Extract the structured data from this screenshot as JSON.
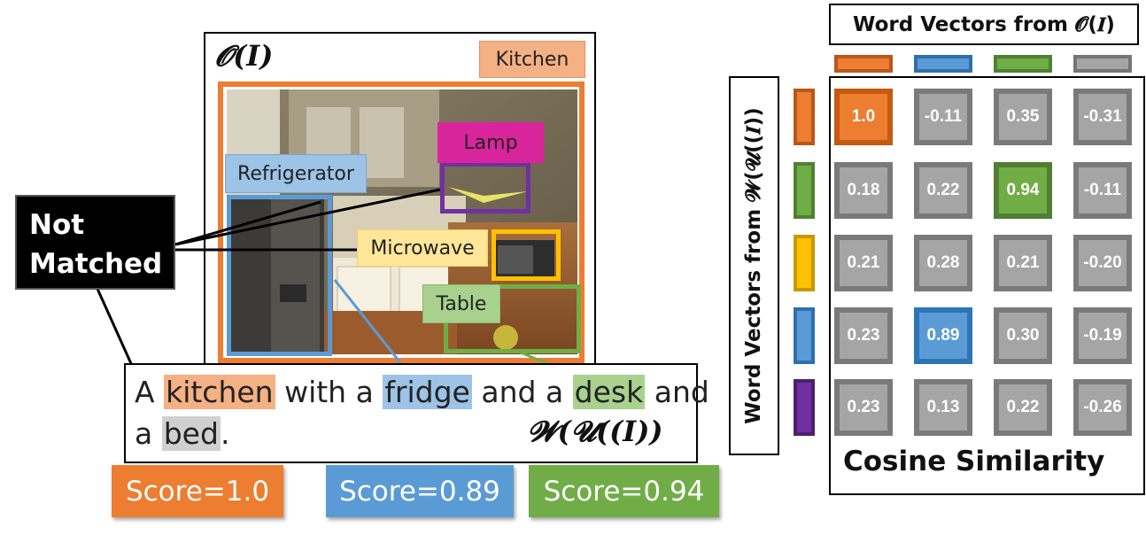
{
  "image_panel": {
    "title": "𝓞(𝑰)",
    "scene_label": "Kitchen",
    "objects": {
      "lamp": "Lamp",
      "refrigerator": "Refrigerator",
      "microwave": "Microwave",
      "table": "Table"
    }
  },
  "not_matched": {
    "line1": "Not",
    "line2": "Matched"
  },
  "caption": {
    "w1": "A",
    "w2": "kitchen",
    "w3": "with a",
    "w4": "fridge",
    "w5": "and a",
    "w6": "desk",
    "w7": "and",
    "w8": "a",
    "w9": "bed",
    "w10": ".",
    "formula": "𝓦(𝓤((𝑰))"
  },
  "scores": [
    "Score=1.0",
    "Score=0.89",
    "Score=0.94"
  ],
  "matrix": {
    "column_title": "Word Vectors from 𝓞(𝑰)",
    "row_title": "Word Vectors from 𝓦(𝓤((𝑰))",
    "footer": "Cosine Similarity",
    "rows": [
      [
        "1.0",
        "-0.11",
        "0.35",
        "-0.31"
      ],
      [
        "0.18",
        "0.22",
        "0.94",
        "-0.11"
      ],
      [
        "0.21",
        "0.28",
        "0.21",
        "-0.20"
      ],
      [
        "0.23",
        "0.89",
        "0.30",
        "-0.19"
      ],
      [
        "0.23",
        "0.13",
        "0.22",
        "-0.26"
      ]
    ]
  },
  "colors": {
    "orange": "#ed7d31",
    "blue": "#5b9bd5",
    "green": "#70ad47",
    "gray": "#a5a5a5",
    "yellow": "#ffc000",
    "purple": "#7030a0",
    "magenta": "#d9259b"
  }
}
